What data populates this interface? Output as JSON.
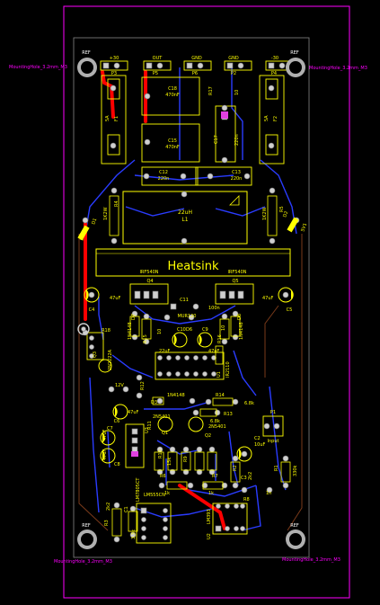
{
  "header_labels": {
    "ref_tl": "REF",
    "ref_tr": "REF",
    "ref_bl": "REF",
    "ref_br": "REF",
    "mh_tl": "MountingHole_3.2mm_M3",
    "mh_tr": "MountingHole_3.2mm_M3",
    "mh_bl": "MountingHole_3.2mm_M3",
    "mh_br": "MountingHole_3.2mm_M3"
  },
  "connectors": {
    "p3_net": "+30",
    "p5_net": "OUT",
    "p6_net": "GND",
    "p2_net": "GND",
    "p4_net": "-30",
    "p3": "P3",
    "p5": "P5",
    "p6": "P6",
    "p2": "P2",
    "p4": "P4"
  },
  "heatsink": {
    "label": "Heatsink",
    "q4_part": "IRF540N",
    "q5_part": "IRF540N",
    "q4": "Q4",
    "q5": "Q5"
  },
  "inductor": {
    "value": "22uH",
    "ref": "L1"
  },
  "top_parts": {
    "c18": "C18",
    "c18_val": "470nF",
    "c15": "C15",
    "c15_val": "470nF",
    "r17": "R17",
    "r17_val": "10",
    "c17": "C17",
    "c17_val": "220n",
    "f1": "F1",
    "f1_val": "5A",
    "f2": "F2",
    "f2_val": "5A",
    "c12": "C12",
    "c12_val": "220n",
    "c13": "C13",
    "c13_val": "220n",
    "r4": "R4",
    "r4_val": "1K2W",
    "r5": "R5",
    "r5_val": "1K2W",
    "d2": "D2",
    "d2_val": "5V1",
    "d1": "D1",
    "d1_val": "5V1"
  },
  "mid_parts": {
    "c4": "C4",
    "c4_val": "47uF",
    "c5": "C5",
    "c5_val": "47uF",
    "c11": "C11",
    "c11_val": "100n",
    "murx": "MUR120",
    "d7": "D7",
    "d7_val": "1N4148",
    "d8": "D8",
    "d8_val": "1N4148",
    "r15": "R15",
    "r15_val": "10",
    "r16": "R16",
    "r16_val": "10",
    "c10": "C10",
    "c10_val": "22uF",
    "c9": "C9",
    "c9_val": "47uF",
    "d6": "D6",
    "u1": "U1",
    "u1_val": "IR2110",
    "r18": "R18",
    "q3": "Q3",
    "q3_val": "2N2222A"
  },
  "low_parts": {
    "r12": "R12",
    "d5": "12V",
    "c6": "C6",
    "c6_val": "47uF",
    "d3": "D3",
    "d3_val": "1N4148",
    "r14": "R14",
    "r14_val": "6.8k",
    "r13": "R13",
    "r13_val": "6.8k",
    "q1": "Q1",
    "q1_val": "2N5401",
    "q2": "Q2",
    "q2_val": "2N5401",
    "c7": "C7",
    "c7_val": "47uF",
    "c8": "C8",
    "c8_val": "47uF",
    "u3": "U3",
    "u3_val": "LM7805CT",
    "p1": "P1",
    "p1_val": "Input",
    "c2": "C2",
    "c2_val": "10uF",
    "r2": "R2",
    "r1": "R1",
    "r1_val": "330k",
    "r11": "R11",
    "r6": "R6",
    "r6_val": "1k",
    "r7": "R7",
    "r7_val": "1k",
    "r9": "R9",
    "r10": "R10",
    "r10_val": "15k",
    "c3": "C3",
    "c3_val": "1n",
    "r3": "R3",
    "r3_val": "2k2",
    "c1": "C1",
    "c1_val": "3.3k",
    "u2": "U2",
    "u2_val": "LM555CN",
    "lm393": "LM393",
    "r8": "R8",
    "r8_val": "2k2"
  },
  "colors": {
    "background": "#000000",
    "outline": "#ff00ff",
    "silk": "#ffff00",
    "copper_top": "#ff0000",
    "copper_bottom": "#2a3cff",
    "pad": "#9a9a9a",
    "hole": "#cfcfcf"
  }
}
